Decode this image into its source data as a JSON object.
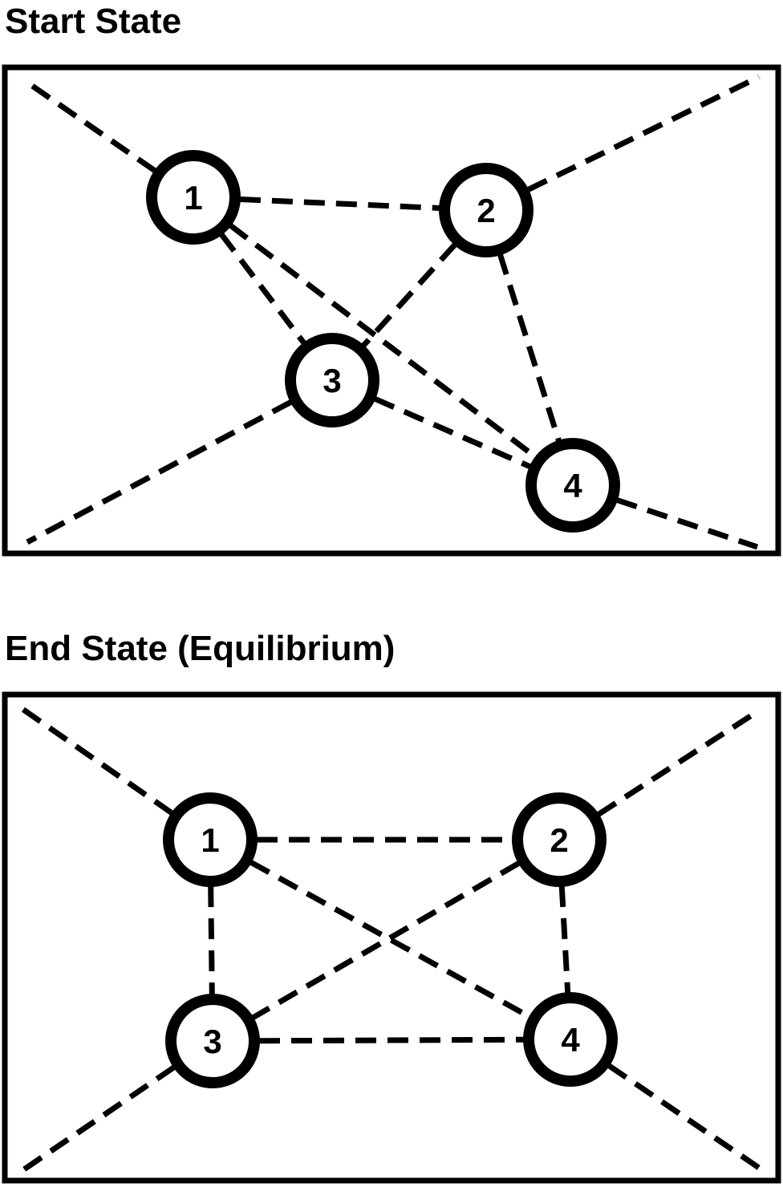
{
  "start": {
    "title": "Start State",
    "nodes": [
      {
        "id": "1",
        "label": "1"
      },
      {
        "id": "2",
        "label": "2"
      },
      {
        "id": "3",
        "label": "3"
      },
      {
        "id": "4",
        "label": "4"
      }
    ],
    "edges": [
      [
        "1",
        "2"
      ],
      [
        "1",
        "3"
      ],
      [
        "1",
        "4"
      ],
      [
        "2",
        "3"
      ],
      [
        "2",
        "4"
      ],
      [
        "3",
        "4"
      ],
      [
        "1",
        "corner-top-left"
      ],
      [
        "2",
        "corner-top-right"
      ],
      [
        "3",
        "corner-bottom-left"
      ],
      [
        "4",
        "corner-bottom-right"
      ]
    ]
  },
  "end": {
    "title": "End State (Equilibrium)",
    "nodes": [
      {
        "id": "1",
        "label": "1"
      },
      {
        "id": "2",
        "label": "2"
      },
      {
        "id": "3",
        "label": "3"
      },
      {
        "id": "4",
        "label": "4"
      }
    ],
    "edges": [
      [
        "1",
        "2"
      ],
      [
        "1",
        "3"
      ],
      [
        "1",
        "4"
      ],
      [
        "2",
        "3"
      ],
      [
        "2",
        "4"
      ],
      [
        "3",
        "4"
      ],
      [
        "1",
        "corner-top-left"
      ],
      [
        "2",
        "corner-top-right"
      ],
      [
        "3",
        "corner-bottom-left"
      ],
      [
        "4",
        "corner-bottom-right"
      ]
    ]
  }
}
